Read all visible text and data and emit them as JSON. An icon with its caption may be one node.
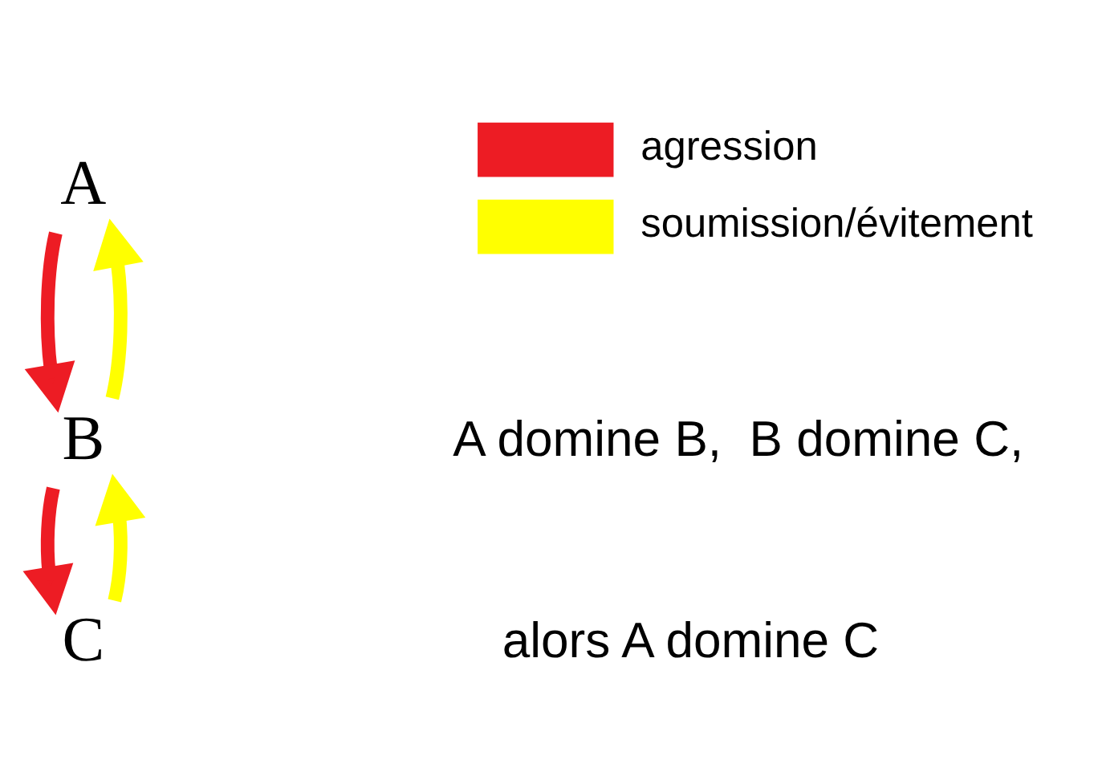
{
  "diagram": {
    "nodes": [
      {
        "text": [
          "A"
        ]
      },
      {
        "text": [
          "B"
        ]
      },
      {
        "text": [
          "C"
        ]
      }
    ],
    "edges": [
      {
        "from": 0,
        "to": 1,
        "arrow": "to",
        "color": "#ed1c24"
      },
      {
        "from": 1,
        "to": 0,
        "arrow": "to",
        "color": "#ffff00"
      },
      {
        "from": 1,
        "to": 2,
        "arrow": "to",
        "color": "#ed1c24"
      },
      {
        "from": 2,
        "to": 1,
        "arrow": "to",
        "color": "#ffff00"
      }
    ],
    "labels": [
      "A domine B,  B domine C,",
      "alors A domine C"
    ],
    "legend": [
      {
        "text": "agression",
        "color": "#ed1c24"
      },
      {
        "text": "soumission/évitement",
        "color": "#ffff00"
      }
    ]
  }
}
